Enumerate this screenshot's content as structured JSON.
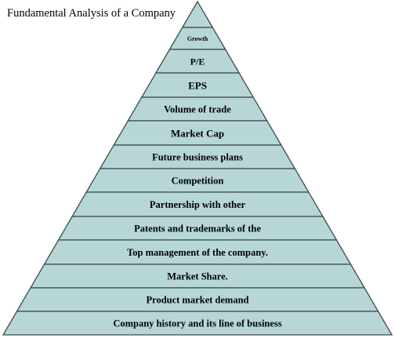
{
  "title": "Fundamental Analysis of a Company",
  "colors": {
    "layer_fill": "#b7d7d6",
    "layer_stroke": "#3d4a52",
    "text": "#000000"
  },
  "layers": [
    {
      "label": ""
    },
    {
      "label": "Growth"
    },
    {
      "label": "P/E"
    },
    {
      "label": "EPS"
    },
    {
      "label": "Volume of trade"
    },
    {
      "label": "Market Cap"
    },
    {
      "label": "Future business plans"
    },
    {
      "label": "Competition"
    },
    {
      "label": "Partnership with other"
    },
    {
      "label": "Patents and trademarks of the"
    },
    {
      "label": "Top management of the company."
    },
    {
      "label": "Market Share."
    },
    {
      "label": "Product market demand"
    },
    {
      "label": "Company history and its line of business"
    }
  ]
}
